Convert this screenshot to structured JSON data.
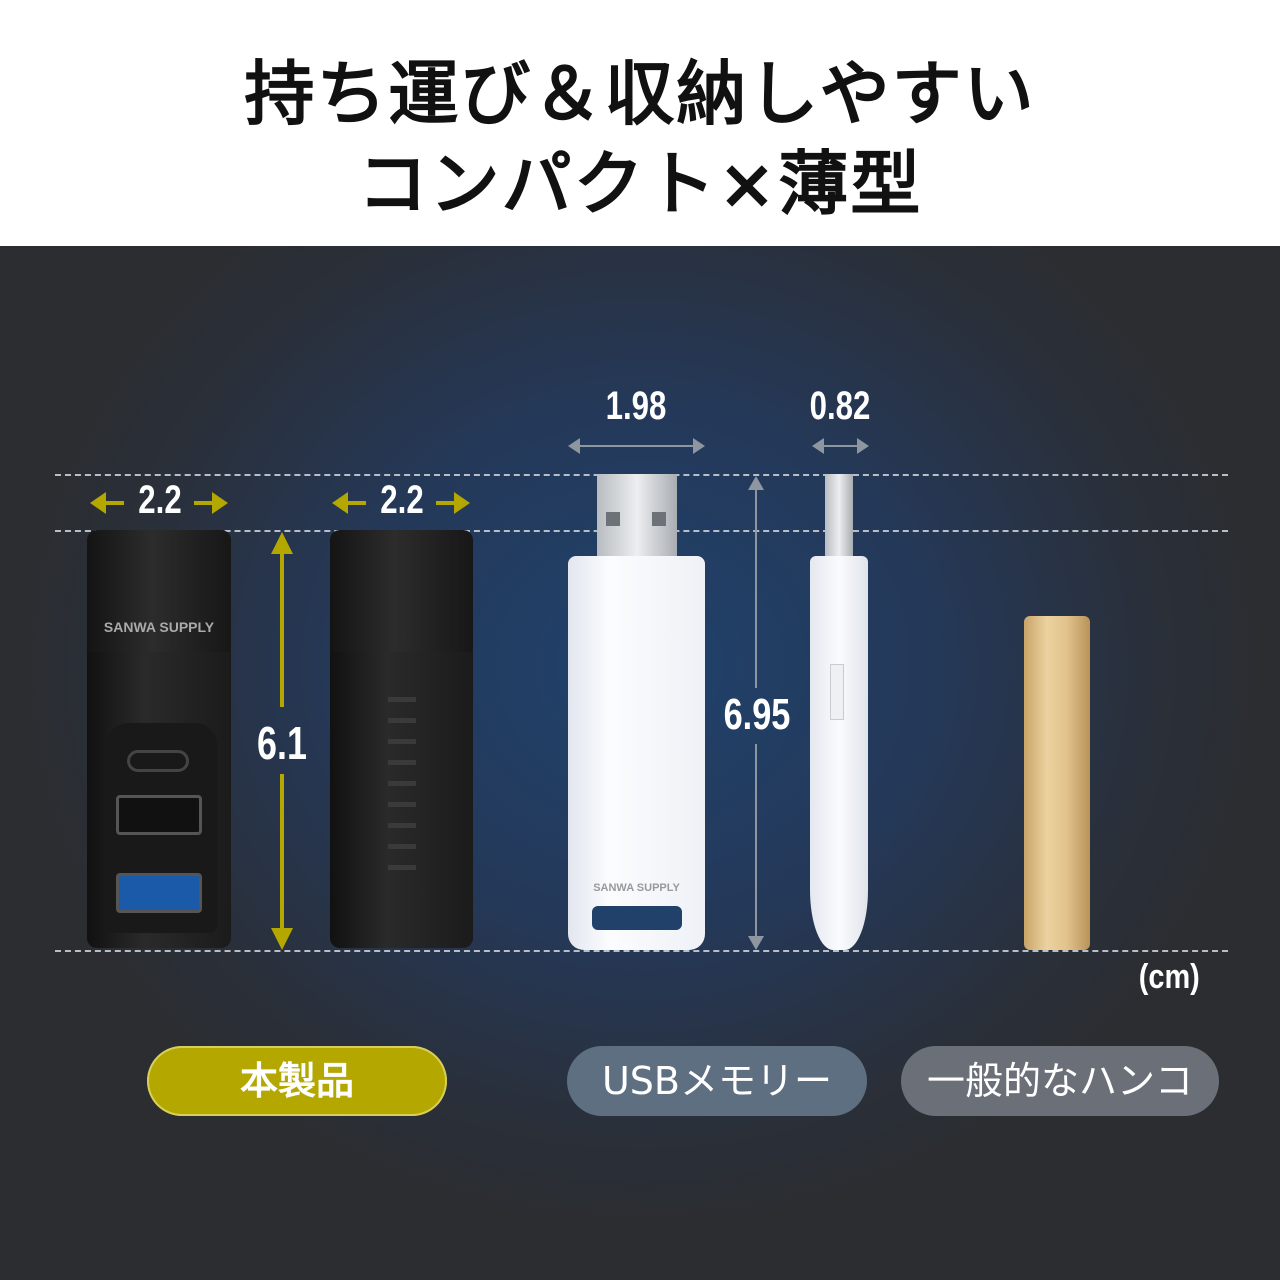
{
  "header": {
    "title_line1": "持ち運び＆収納しやすい",
    "title_line2": "コンパクト×薄型"
  },
  "dimensions": {
    "hub_front_width": "2.2",
    "hub_back_width": "2.2",
    "hub_height": "6.1",
    "usb_width": "1.98",
    "usb_thickness": "0.82",
    "usb_height": "6.95",
    "unit": "(cm)"
  },
  "products": {
    "hub_logo": "SANWA SUPPLY",
    "usb_logo": "SANWA SUPPLY"
  },
  "labels": {
    "this_product": "本製品",
    "usb_memory": "USBメモリー",
    "hanko": "一般的なハンコ"
  },
  "colors": {
    "accent": "#b3a700",
    "usb_pill": "#5f6f82",
    "hanko_pill": "#6b7078"
  }
}
